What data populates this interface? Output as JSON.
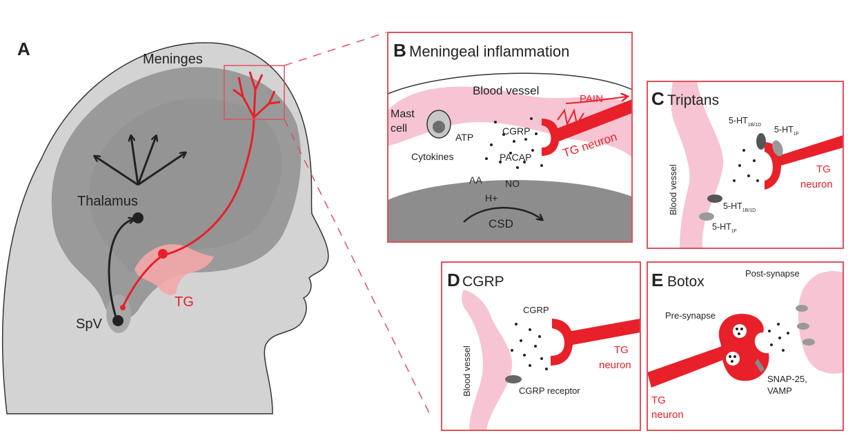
{
  "colors": {
    "neuron_red": "#e8202a",
    "vessel_pink": "#f6c4d2",
    "brain_gray": "#9a9a9a",
    "head_gray": "#d3d3d3",
    "panel_border": "#e0505a"
  },
  "panelA": {
    "letter": "A",
    "meninges": "Meninges",
    "thalamus": "Thalamus",
    "spv": "SpV",
    "tg": "TG"
  },
  "panelB": {
    "letter": "B",
    "title": "Meningeal inflammation",
    "blood_vessel": "Blood vessel",
    "mast": "Mast",
    "cell": "cell",
    "atp": "ATP",
    "cytokines": "Cytokines",
    "cgrp": "CGRP",
    "pacap": "PACAP",
    "aa": "AA",
    "no": "NO",
    "hplus": "H+",
    "csd": "CSD",
    "pain": "PAIN",
    "tg_neuron": "TG neuron"
  },
  "panelC": {
    "letter": "C",
    "title": "Triptans",
    "blood_vessel": "Blood vessel",
    "r1_base": "5-HT",
    "r1_sub": "1B/1D",
    "r2_base": "5-HT",
    "r2_sub": "1F",
    "r3_base": "5-HT",
    "r3_sub": "1B/1D",
    "r4_base": "5-HT",
    "r4_sub": "1F",
    "tg": "TG",
    "neuron": "neuron"
  },
  "panelD": {
    "letter": "D",
    "title": "CGRP",
    "blood_vessel": "Blood vessel",
    "cgrp": "CGRP",
    "receptor": "CGRP receptor",
    "tg": "TG",
    "neuron": "neuron"
  },
  "panelE": {
    "letter": "E",
    "title": "Botox",
    "post": "Post-synapse",
    "pre": "Pre-synapse",
    "snap": "SNAP-25,",
    "vamp": "VAMP",
    "tg": "TG",
    "neuron": "neuron"
  }
}
